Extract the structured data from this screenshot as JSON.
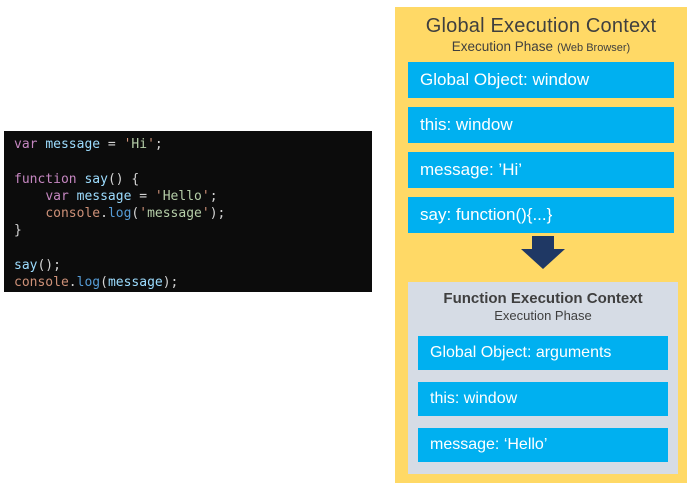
{
  "colors": {
    "panel_yellow": "#FFD966",
    "box_blue": "#00B0F0",
    "arrow_navy": "#1F3864",
    "function_bg": "#D6DCE5",
    "title_text": "#3F3F3F",
    "code_bg": "#0C0C0C",
    "box_text": "#FFFFFF"
  },
  "code_colors": {
    "kw": "#C586C0",
    "id": "#9CDCFE",
    "pl": "#D4D4D4",
    "str": "#B5CEA8",
    "strq": "#CE9178",
    "obj": "#CE9178",
    "fn": "#569CD6"
  },
  "global_context": {
    "title": "Global Execution Context",
    "subtitle": "Execution Phase",
    "subtitle_note": "(Web Browser)",
    "boxes": [
      "Global Object: window",
      "this: window",
      "message: ’Hi’",
      "say: function(){...}"
    ]
  },
  "function_context": {
    "title": "Function Execution Context",
    "subtitle": "Execution Phase",
    "boxes": [
      "Global Object: arguments",
      "this: window",
      "message: ‘Hello’"
    ]
  },
  "code_editor": {
    "language": "javascript",
    "lines": [
      [
        {
          "t": "var",
          "c": "kw"
        },
        {
          "t": " "
        },
        {
          "t": "message",
          "c": "id"
        },
        {
          "t": " = "
        },
        {
          "t": "'",
          "c": "strq"
        },
        {
          "t": "Hi",
          "c": "str"
        },
        {
          "t": "'",
          "c": "strq"
        },
        {
          "t": ";"
        }
      ],
      [],
      [
        {
          "t": "function",
          "c": "kw"
        },
        {
          "t": " "
        },
        {
          "t": "say",
          "c": "id"
        },
        {
          "t": "() {"
        }
      ],
      [
        {
          "t": "    "
        },
        {
          "t": "var",
          "c": "kw"
        },
        {
          "t": " "
        },
        {
          "t": "message",
          "c": "id"
        },
        {
          "t": " = "
        },
        {
          "t": "'",
          "c": "strq"
        },
        {
          "t": "Hello",
          "c": "str"
        },
        {
          "t": "'",
          "c": "strq"
        },
        {
          "t": ";"
        }
      ],
      [
        {
          "t": "    "
        },
        {
          "t": "console",
          "c": "obj"
        },
        {
          "t": "."
        },
        {
          "t": "log",
          "c": "fn"
        },
        {
          "t": "("
        },
        {
          "t": "'",
          "c": "strq"
        },
        {
          "t": "message",
          "c": "str"
        },
        {
          "t": "'",
          "c": "strq"
        },
        {
          "t": ");"
        }
      ],
      [
        {
          "t": "}"
        }
      ],
      [],
      [
        {
          "t": "say",
          "c": "id"
        },
        {
          "t": "();"
        }
      ],
      [
        {
          "t": "console",
          "c": "obj"
        },
        {
          "t": "."
        },
        {
          "t": "log",
          "c": "fn"
        },
        {
          "t": "("
        },
        {
          "t": "message",
          "c": "id"
        },
        {
          "t": ");"
        }
      ]
    ]
  }
}
